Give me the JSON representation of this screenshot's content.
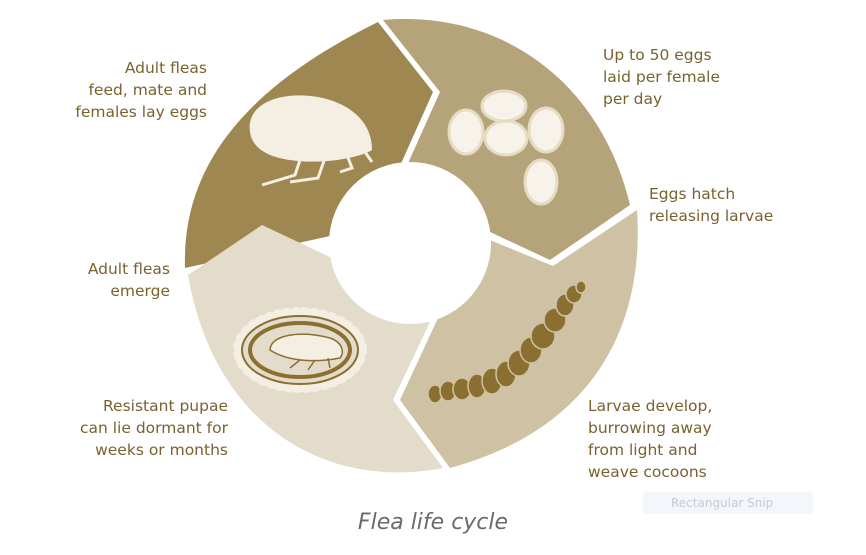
{
  "diagram": {
    "caption": "Flea life cycle",
    "stages": [
      {
        "id": "eggs",
        "label": "Up to 50 eggs\nlaid per female\nper day",
        "color": "#b5a37a"
      },
      {
        "id": "hatch",
        "label": "Eggs hatch\nreleasing larvae"
      },
      {
        "id": "larvae",
        "label": "Larvae develop,\nburrowing away\nfrom light and\nweave cocoons",
        "color": "#cfc2a4"
      },
      {
        "id": "pupae",
        "label": "Resistant pupae\ncan lie dormant for\nweeks or months",
        "color": "#e3dccb"
      },
      {
        "id": "emerge",
        "label": "Adult fleas\nemerge"
      },
      {
        "id": "adults",
        "label": "Adult fleas\nfeed, mate and\nfemales lay eggs",
        "color": "#9e8750"
      }
    ],
    "colors": {
      "text": "#7a6230",
      "ring_center": "#ffffff",
      "icon_light": "#f4efe2",
      "icon_dark": "#8a6f30"
    }
  },
  "faded_overlay": {
    "text": "Rectangular Snip"
  }
}
